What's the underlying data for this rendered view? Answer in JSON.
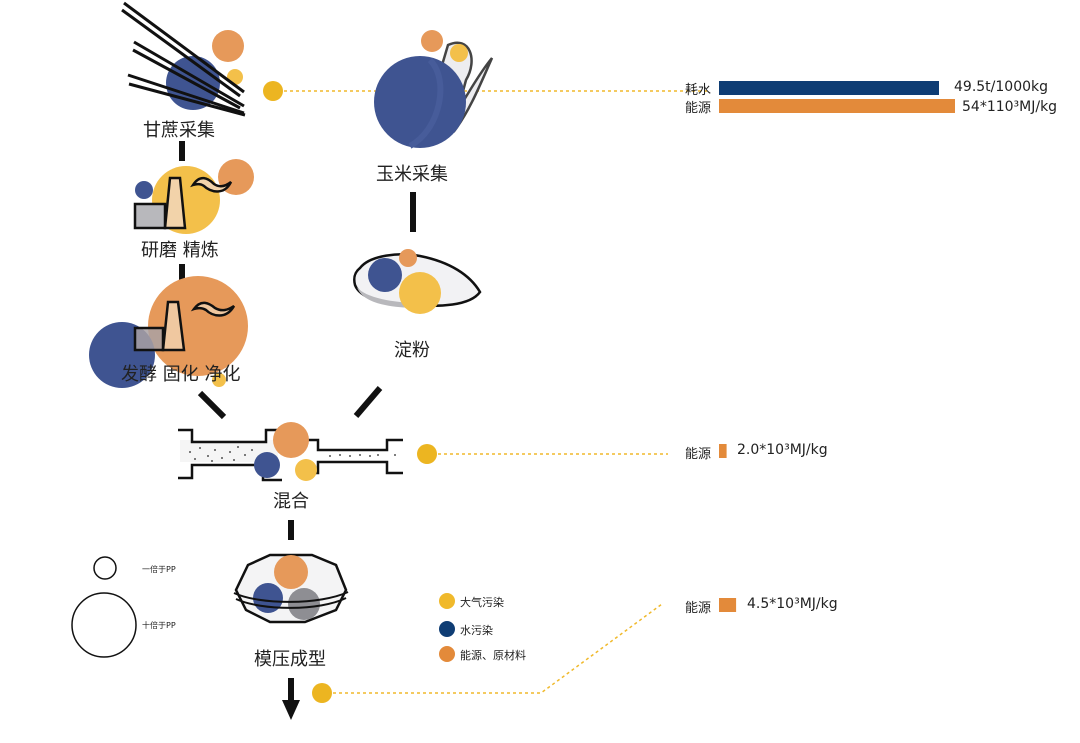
{
  "colors": {
    "air": "#F0B92B",
    "water": "#0F3D74",
    "energy": "#E38A3A",
    "navy_circle": "#3F5491",
    "grey_circle": "#8E8E93"
  },
  "stages": {
    "sugarcane": "甘蔗采集",
    "corn": "玉米采集",
    "grind_refine": "研磨 精炼",
    "ferment": "发酵 固化 净化",
    "starch": "淀粉",
    "mix": "混合",
    "mold": "模压成型"
  },
  "metrics": {
    "harvest": [
      {
        "label": "耗水",
        "value": 49.5,
        "text": "49.5t/1000kg",
        "type": "water"
      },
      {
        "label": "能源",
        "value": 54,
        "text": "54*110³MJ/kg",
        "type": "energy"
      }
    ],
    "mix": {
      "label": "能源",
      "value": 2.0,
      "text": "2.0*10³MJ/kg",
      "type": "energy"
    },
    "mold": {
      "label": "能源",
      "value": 4.5,
      "text": "4.5*10³MJ/kg",
      "type": "energy"
    }
  },
  "legend": {
    "items": [
      {
        "label": "大气污染",
        "type": "air"
      },
      {
        "label": "水污染",
        "type": "water"
      },
      {
        "label": "能源、原材料",
        "type": "energy"
      }
    ]
  },
  "scale_legend": {
    "small": "一倍于PP",
    "large": "十倍于PP"
  }
}
